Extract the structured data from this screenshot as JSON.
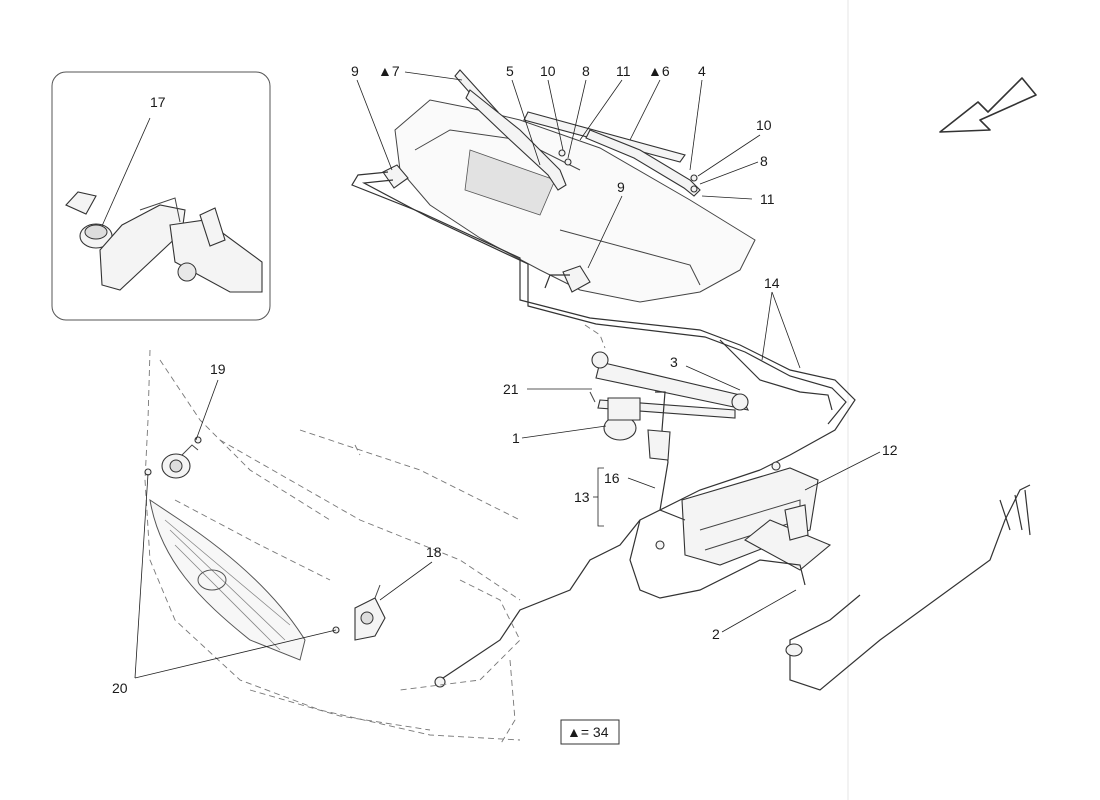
{
  "callouts": {
    "c1": "1",
    "c2": "2",
    "c3": "3",
    "c4": "4",
    "c5": "5",
    "c6": "▲6",
    "c7": "▲7",
    "c8a": "8",
    "c8b": "8",
    "c9a": "9",
    "c9b": "9",
    "c10a": "10",
    "c10b": "10",
    "c11a": "11",
    "c11b": "11",
    "c12": "12",
    "c13": "13",
    "c14": "14",
    "c16": "16",
    "c17": "17",
    "c18": "18",
    "c19": "19",
    "c20": "20",
    "c21": "21"
  },
  "legend": {
    "text": "▲= 34"
  },
  "icons": {
    "direction": "view-direction-arrow-icon"
  },
  "colors": {
    "line": "#333333",
    "paper": "#ffffff",
    "light": "#999999"
  }
}
